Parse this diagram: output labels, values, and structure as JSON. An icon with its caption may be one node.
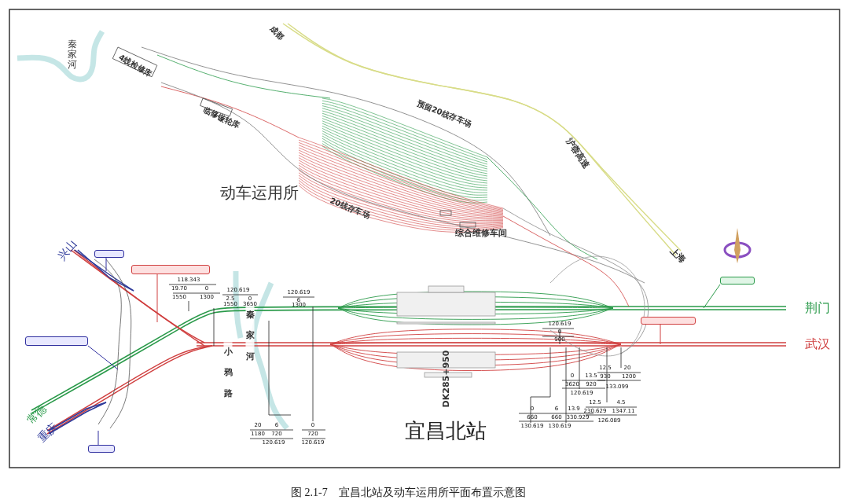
{
  "diagram": {
    "caption": "图 2.1-7　宜昌北站及动车运用所平面布置示意图",
    "nodes": [
      {
        "text": [],
        "shape": "box"
      },
      {
        "text": [],
        "shape": "box"
      },
      {
        "text": [],
        "shape": "box"
      },
      {
        "text": [],
        "shape": "box"
      },
      {
        "text": [],
        "shape": "box"
      },
      {
        "text": [],
        "shape": "box"
      }
    ],
    "edges": [
      {
        "from": 0,
        "to": null,
        "arrow": "none",
        "color": "#d04040"
      },
      {
        "from": 1,
        "to": null,
        "arrow": "none",
        "color": "#3030a0"
      },
      {
        "from": 2,
        "to": null,
        "arrow": "none",
        "color": "#3030a0"
      },
      {
        "from": 3,
        "to": null,
        "arrow": "none",
        "color": "#3030a0"
      },
      {
        "from": 4,
        "to": null,
        "arrow": "none",
        "color": "#2a9a4a"
      },
      {
        "from": 5,
        "to": null,
        "arrow": "none",
        "color": "#d04040"
      }
    ],
    "labels": [
      "秦家河",
      "成都",
      "4线检修库",
      "临修镟轮库",
      "预留20线存车场",
      "20线存车场",
      "动车运用所",
      "综合维修车间",
      "沪蓉高速",
      "上海",
      "兴山",
      "常德",
      "重庆",
      "秦家河",
      "小鸦路",
      "DK285+950",
      "宜昌北站",
      "荆门",
      "武汉",
      "118.343",
      "19.70",
      "0",
      "1550",
      "1300",
      "120.619",
      "2.5",
      "0",
      "1550",
      "3650",
      "120.619",
      "6",
      "1300",
      "20",
      "6",
      "1180",
      "720",
      "120.619",
      "0",
      "720",
      "120.619",
      "120.619",
      "0",
      "900",
      "0",
      "660",
      "130.619",
      "6",
      "660",
      "13.9",
      "330.929",
      "130.619",
      "0",
      "3620",
      "13.5",
      "920",
      "120.619",
      "12.5",
      "930",
      "20",
      "1200",
      "133.099",
      "12.5",
      "230.629",
      "4.5",
      "1347.11",
      "126.089"
    ]
  }
}
